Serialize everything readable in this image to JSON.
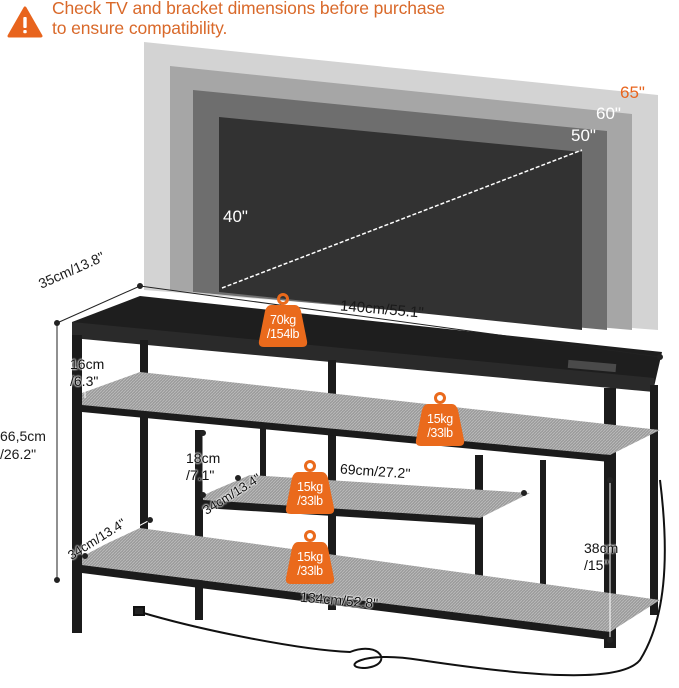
{
  "warning": {
    "icon": "warning-triangle-icon",
    "line1": "Check TV and bracket dimensions before purchase",
    "line2": "to ensure compatibility.",
    "color": "#d9692a"
  },
  "tv_sizes": {
    "sizes": [
      "40\"",
      "50\"",
      "60\"",
      "65\""
    ],
    "highlight_color": "#e8641d"
  },
  "dimensions": {
    "depth_top": "35cm/13.8\"",
    "width_top": "140cm/55.1\"",
    "top_gap_cm": "16cm",
    "top_gap_in": "/6.3\"",
    "height_cm": "66,5cm",
    "height_in": "/26.2\"",
    "mid_gap_cm": "18cm",
    "mid_gap_in": "/7.1\"",
    "mid_depth": "34cm/13.4\"",
    "mid_width": "69cm/27.2\"",
    "bottom_depth": "34cm/13.4\"",
    "bottom_width": "134cm/52.8\"",
    "bottom_gap_cm": "38cm",
    "bottom_gap_in": "/15\""
  },
  "weights": {
    "top": {
      "kg": "70kg",
      "lb": "/154lb"
    },
    "upper_shelf": {
      "kg": "15kg",
      "lb": "/33lb"
    },
    "middle_shelf": {
      "kg": "15kg",
      "lb": "/33lb"
    },
    "bottom_shelf": {
      "kg": "15kg",
      "lb": "/33lb"
    },
    "badge_color": "#ea6a1c"
  }
}
